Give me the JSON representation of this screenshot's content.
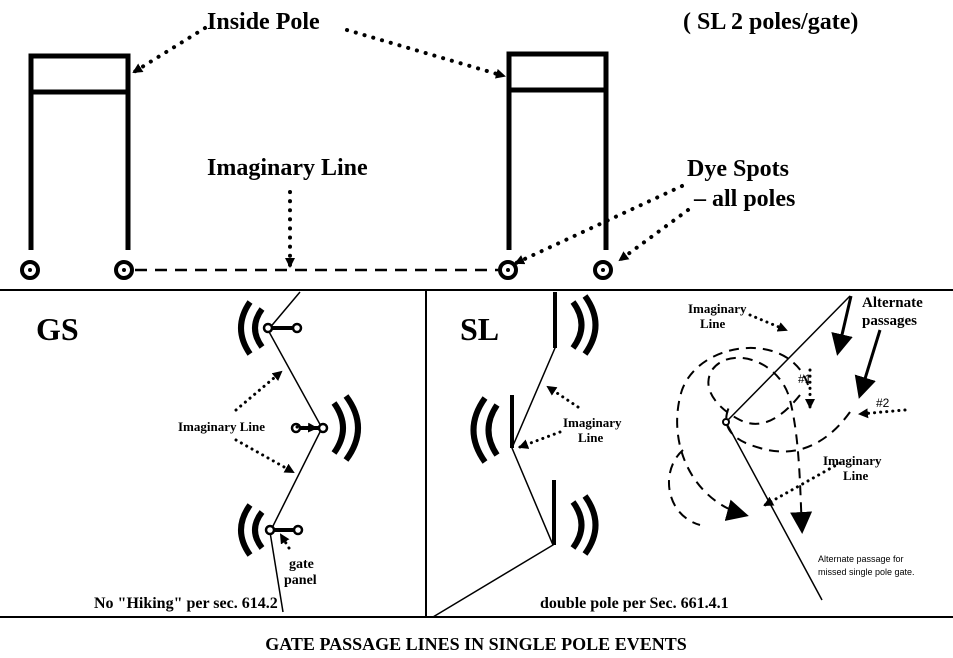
{
  "colors": {
    "ink": "#000000",
    "background": "#ffffff"
  },
  "top": {
    "inside_pole": "Inside Pole",
    "sl_note": "( SL 2 poles/gate)",
    "imaginary_line": "Imaginary Line",
    "dye_spots_1": "Dye Spots",
    "dye_spots_2": "– all poles"
  },
  "gs": {
    "title": "GS",
    "imaginary_line": "Imaginary Line",
    "gate_panel_1": "gate",
    "gate_panel_2": "panel",
    "caption": "No \"Hiking\" per sec. 614.2"
  },
  "sl": {
    "title": "SL",
    "imaginary_line_1a": "Imaginary",
    "imaginary_line_1b": "Line",
    "imaginary_line_2a": "Imaginary",
    "imaginary_line_2b": "Line",
    "alternate_1": "Alternate",
    "alternate_2": "passages",
    "marker_1": "#1",
    "marker_2": "#2",
    "imaginary_line_3a": "Imaginary",
    "imaginary_line_3b": "Line",
    "missed_1": "Alternate passage for",
    "missed_2": "missed single pole gate.",
    "caption": "double pole per Sec. 661.4.1"
  },
  "footer": {
    "title": "GATE PASSAGE LINES IN SINGLE POLE EVENTS"
  }
}
